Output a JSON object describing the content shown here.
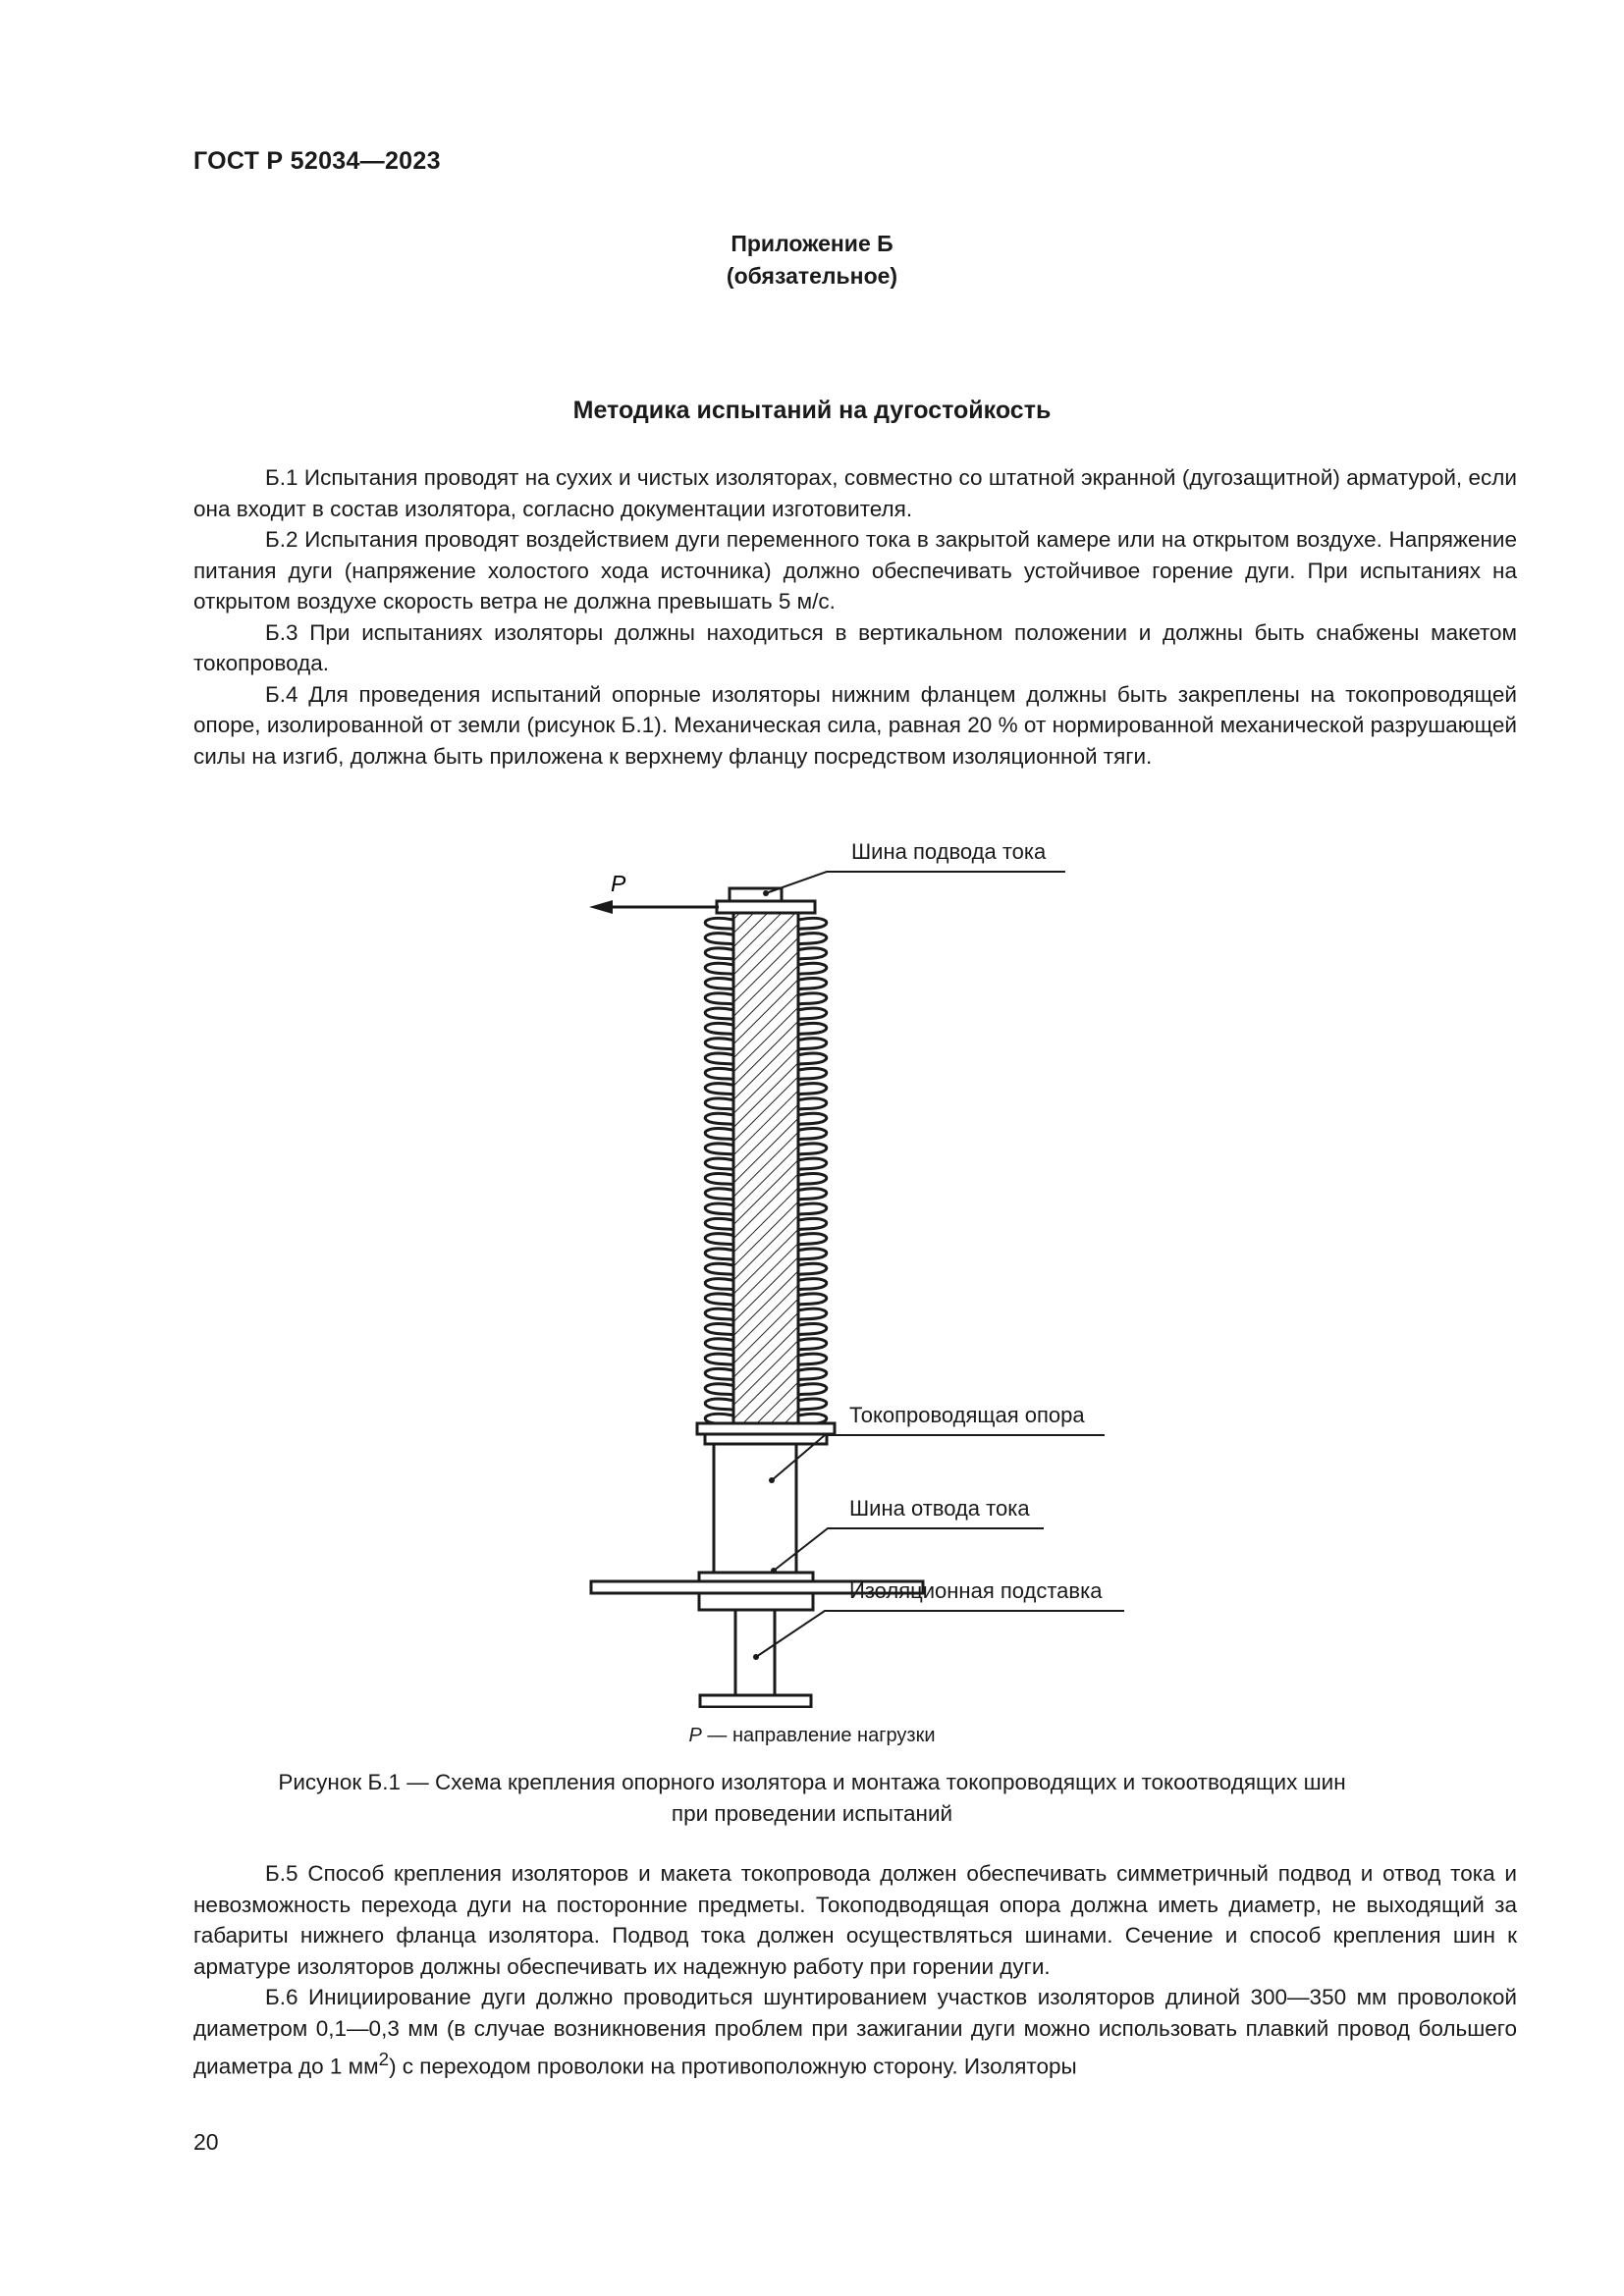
{
  "header": {
    "doc_id": "ГОСТ Р 52034—2023"
  },
  "appendix": {
    "title": "Приложение Б",
    "status": "(обязательное)"
  },
  "section": {
    "title": "Методика испытаний на дугостойкость"
  },
  "paragraphs_before": [
    "Б.1 Испытания проводят на сухих и чистых изоляторах, совместно со штатной экранной (дугозащитной) арматурой, если она входит в состав изолятора, согласно документации изготовителя.",
    "Б.2 Испытания проводят воздействием дуги переменного тока в закрытой камере или на открытом воздухе. Напряжение питания дуги (напряжение холостого хода источника) должно обеспечивать устойчивое горение дуги. При испытаниях на открытом воздухе скорость ветра не должна превышать 5 м/с.",
    "Б.3 При испытаниях изоляторы должны находиться в вертикальном положении и должны быть снабжены макетом токопровода.",
    "Б.4 Для проведения испытаний опорные изоляторы нижним фланцем должны быть закреплены на токопроводящей опоре, изолированной от земли (рисунок Б.1). Механическая сила, равная 20 % от нормированной механической разрушающей силы на изгиб, должна быть приложена к верхнему фланцу посредством изоляционной тяги."
  ],
  "figure": {
    "force_symbol": "P",
    "labels": {
      "current_in_bus": "Шина подвода тока",
      "conductive_support": "Токопроводящая опора",
      "current_out_bus": "Шина отвода тока",
      "insulating_stand": "Изоляционная подставка"
    },
    "legend_symbol": "P",
    "legend_text": "— направление нагрузки",
    "caption_line1": "Рисунок Б.1 — Схема крепления опорного изолятора и монтажа токопроводящих и токоотводящих шин",
    "caption_line2": "при проведении испытаний"
  },
  "paragraphs_after": {
    "p5": "Б.5 Способ крепления изоляторов и макета токопровода должен обеспечивать симметричный подвод и отвод тока и невозможность перехода дуги на посторонние предметы. Токоподводящая опора должна иметь диаметр, не выходящий за габариты нижнего фланца изолятора. Подвод тока должен осуществляться шинами. Сечение и способ крепления шин к арматуре изоляторов должны обеспечивать их надежную работу при горении дуги.",
    "p6_before_sup": "Б.6 Инициирование дуги должно проводиться шунтированием участков изоляторов длиной 300—350 мм проволокой диаметром 0,1—0,3 мм (в случае возникновения проблем при зажигании дуги можно использовать плавкий провод большего диаметра до 1 мм",
    "p6_sup": "2",
    "p6_after_sup": ") с переходом проволоки на противоположную сторону. Изоляторы"
  },
  "footer": {
    "page_number": "20"
  }
}
